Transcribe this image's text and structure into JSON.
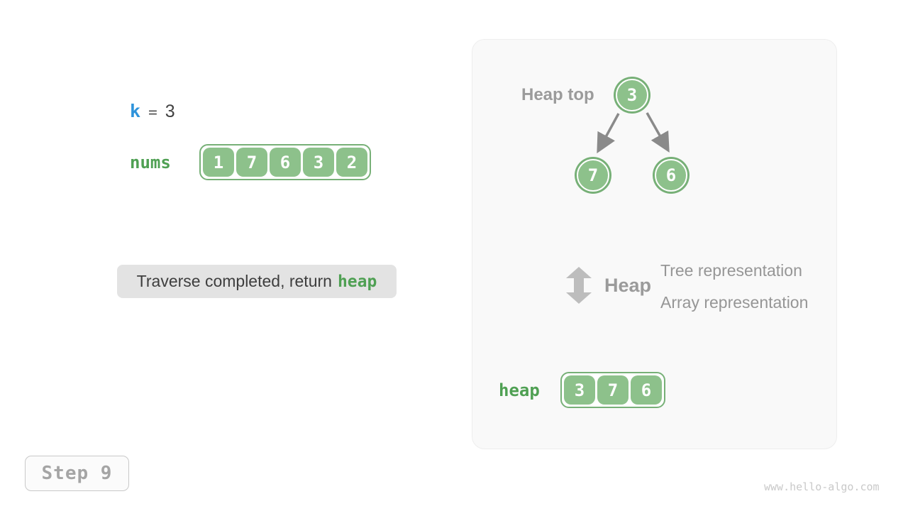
{
  "colors": {
    "cell_green": "#8DC18B",
    "ring_green": "#77B077",
    "label_green": "#4FA053",
    "keyword_blue": "#2E93DB",
    "dark_text": "#3E3E3E",
    "gray_label": "#9B9B9B",
    "arrow_gray": "#8A8A8A",
    "panel_bg": "#F9F9F9",
    "message_bg": "#E3E3E3",
    "url_gray": "#C9C9C9"
  },
  "left_section": {
    "variable": {
      "name": "k",
      "equals": "=",
      "value": "3"
    },
    "nums": {
      "label": "nums",
      "values": [
        "1",
        "7",
        "6",
        "3",
        "2"
      ]
    },
    "message": {
      "prefix": "Traverse completed, return",
      "highlight": "heap"
    }
  },
  "panel": {
    "tree": {
      "label": "Heap top",
      "root": {
        "value": "3"
      },
      "left_child": {
        "value": "7"
      },
      "right_child": {
        "value": "6"
      }
    },
    "legend": {
      "icon": "up-down-arrow-icon",
      "title": "Heap",
      "line1": "Tree representation",
      "line2": "Array representation"
    },
    "heap": {
      "label": "heap",
      "values": [
        "3",
        "7",
        "6"
      ]
    }
  },
  "footer": {
    "step_label": "Step 9",
    "website": "www.hello-algo.com"
  }
}
